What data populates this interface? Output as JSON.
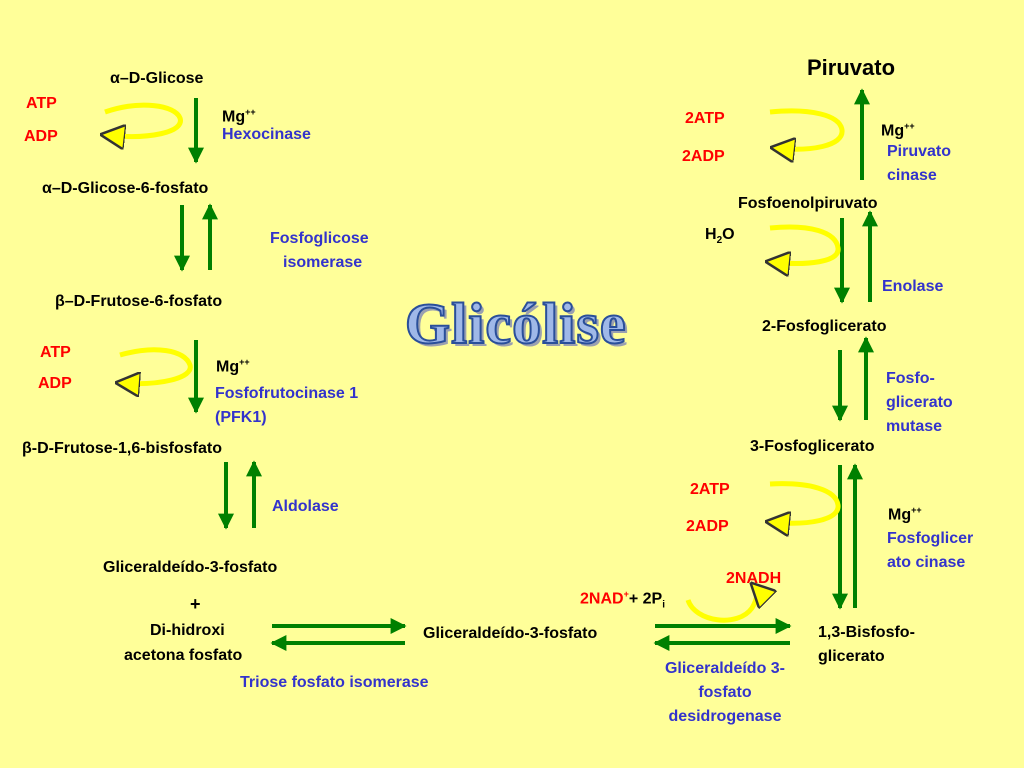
{
  "title": "Glicólise",
  "substrates": {
    "alpha_glicose": "α–D-Glicose",
    "alpha_glicose_6p": "α–D-Glicose-6-fosfato",
    "beta_frutose_6p": "β–D-Frutose-6-fosfato",
    "beta_frutose_16bp": "β-D-Frutose-1,6-bisfosfato",
    "gliceraldeido_3p_left": "Gliceraldeído-3-fosfato",
    "plus": "+",
    "dihidroxi_1": "Di-hidroxi",
    "dihidroxi_2": "acetona fosfato",
    "gliceraldeido_3p_center": "Gliceraldeído-3-fosfato",
    "bisfosfoglicerato_1": "1,3-Bisfosfo-",
    "bisfosfoglicerato_2": "glicerato",
    "fosfoglicerato_3": "3-Fosfoglicerato",
    "fosfoglicerato_2": "2-Fosfoglicerato",
    "fosfoenolpiruvato": "Fosfoenolpiruvato",
    "piruvato": "Piruvato"
  },
  "cofactors": {
    "atp1": "ATP",
    "adp1": "ADP",
    "atp2": "ATP",
    "adp2": "ADP",
    "atp3": "2ATP",
    "adp3": "2ADP",
    "atp4": "2ATP",
    "adp4": "2ADP",
    "mg": "Mg",
    "mg_sup": "++",
    "h2o_h": "H",
    "h2o_sub": "2",
    "h2o_o": "O",
    "nad": "2NAD",
    "nad_sup": "+",
    "nad_rest": "+ 2P",
    "nad_sub": "i",
    "nadh": "2NADH"
  },
  "enzymes": {
    "hexocinase": "Hexocinase",
    "fosfoglicose_1": "Fosfoglicose",
    "fosfoglicose_2": "isomerase",
    "pfk_1": "Fosfofrutocinase 1",
    "pfk_2": "(PFK1)",
    "aldolase": "Aldolase",
    "triose": "Triose fosfato isomerase",
    "gapdh_1": "Gliceraldeído 3-",
    "gapdh_2": "fosfato",
    "gapdh_3": "desidrogenase",
    "fosfoglicerato_cinase_1": "Fosfoglicer",
    "fosfoglicerato_cinase_2": "ato cinase",
    "mutase_1": "Fosfo-",
    "mutase_2": "glicerato",
    "mutase_3": "mutase",
    "enolase": "Enolase",
    "piruvato_cinase_1": "Piruvato",
    "piruvato_cinase_2": "cinase"
  },
  "step_markers": [
    "",
    "",
    "",
    "",
    "",
    "",
    "",
    "",
    "",
    ""
  ],
  "colors": {
    "background": "#ffff99",
    "arrow_green": "#008000",
    "cofactor_red": "#ff0000",
    "enzyme_blue": "#3333cc",
    "curve_yellow": "#ffff00"
  }
}
